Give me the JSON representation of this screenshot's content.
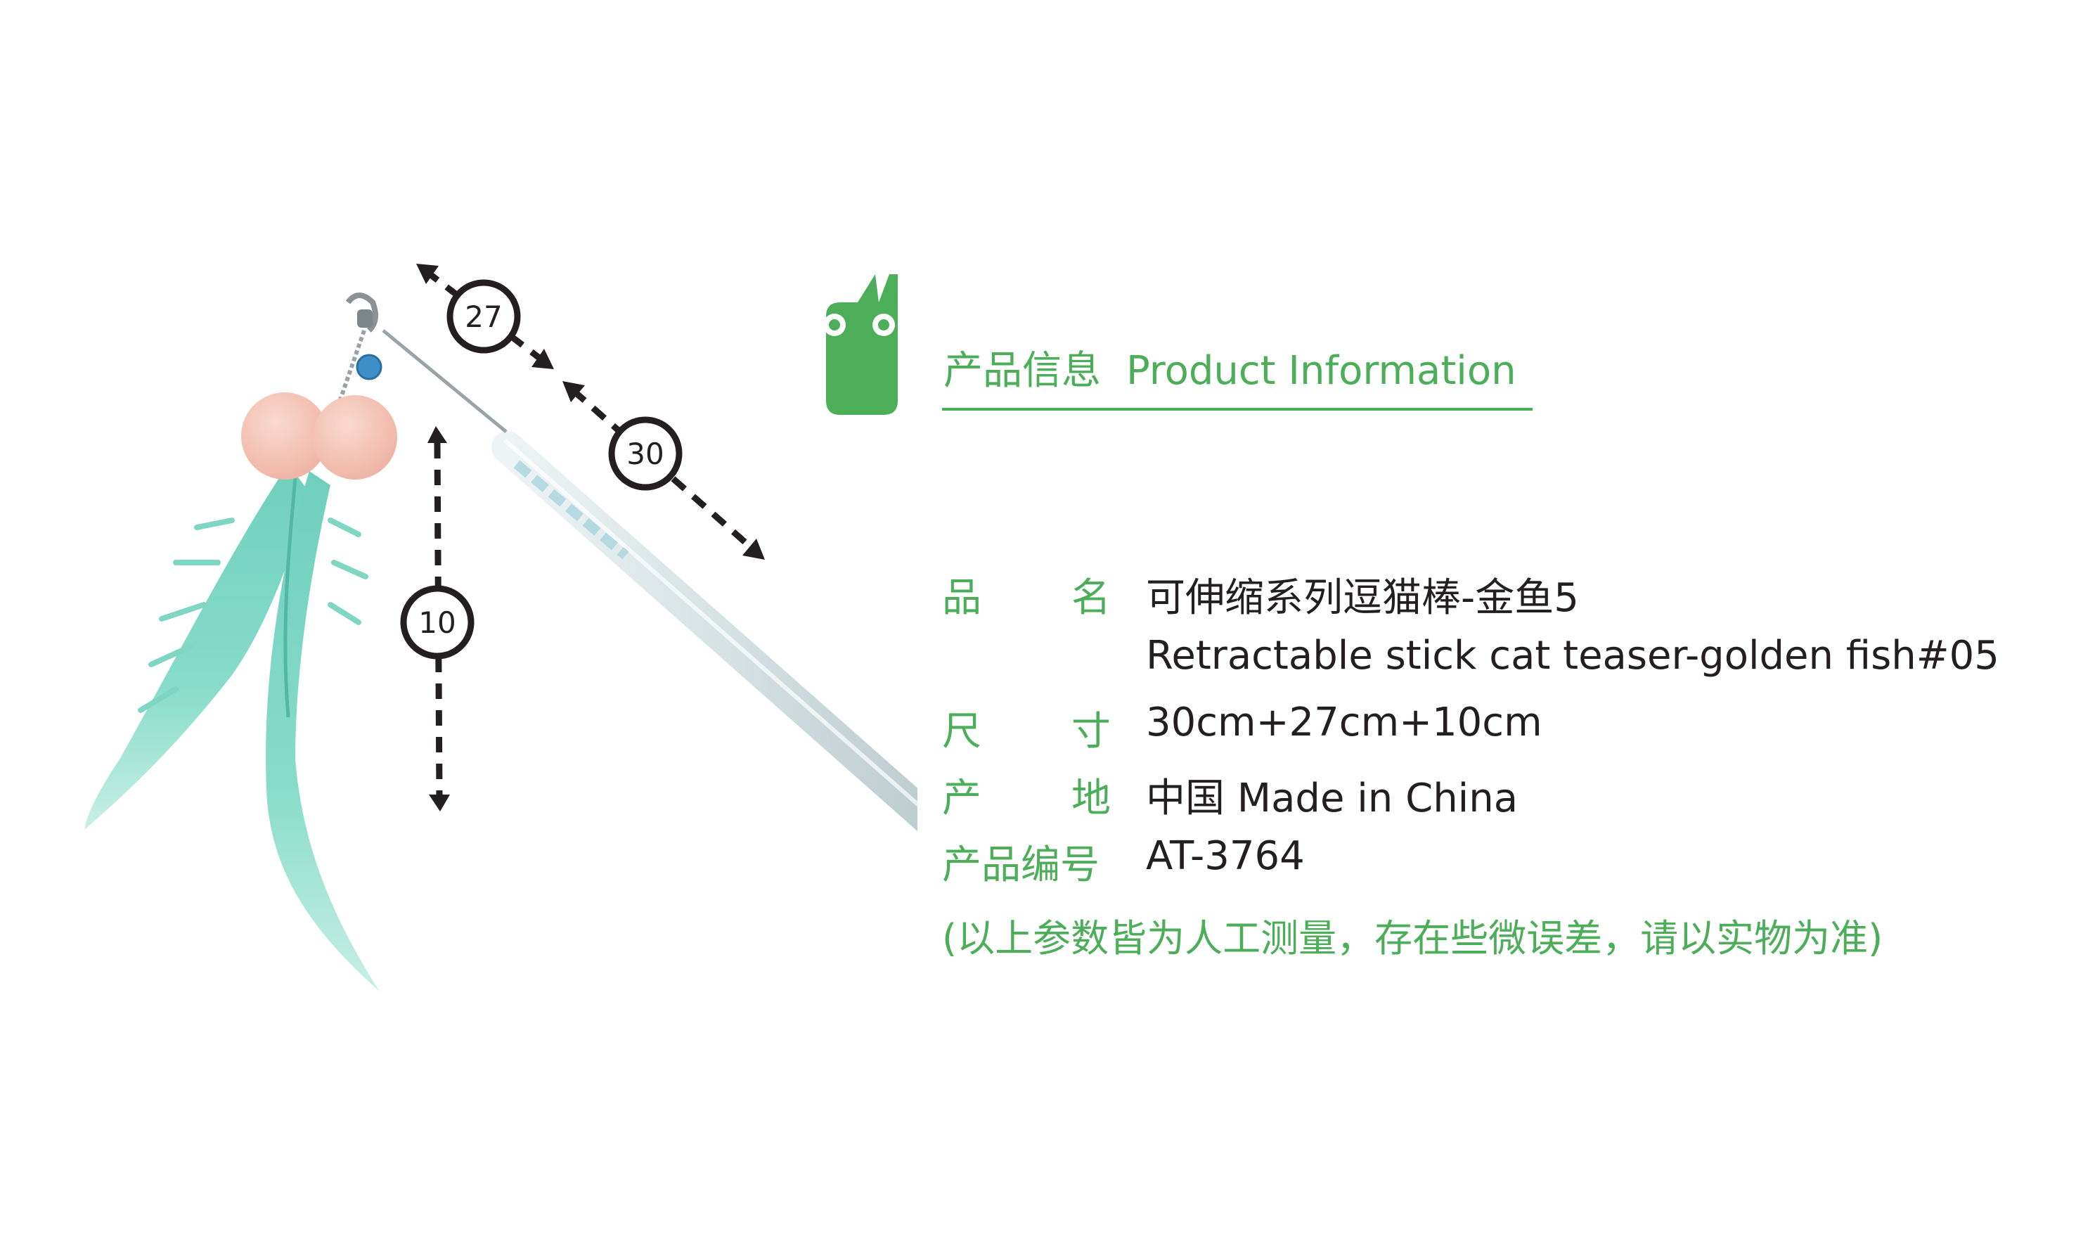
{
  "header": {
    "title_cn": "产品信息",
    "title_en": "Product Information"
  },
  "specs": [
    {
      "label_chars": [
        "品",
        "名"
      ],
      "value": "可伸缩系列逗猫棒-金鱼5"
    },
    {
      "label_chars": [
        "",
        ""
      ],
      "value": "Retractable stick cat teaser-golden fish#05"
    },
    {
      "label_chars": [
        "尺",
        "寸"
      ],
      "value": "30cm+27cm+10cm"
    },
    {
      "label_chars": [
        "产",
        "地"
      ],
      "value": "中国 Made in China"
    },
    {
      "label_chars": [
        "产品编号",
        ""
      ],
      "value": "AT-3764"
    }
  ],
  "disclaimer": "(以上参数皆为人工测量，存在些微误差，请以实物为准)",
  "dimensions": {
    "handle_length": "30",
    "wire_length": "27",
    "feather_length": "10"
  },
  "colors": {
    "brand_green": "#4cae59",
    "text_dark": "#231f20",
    "pompom_pink": "#f6c3b6",
    "feather_mint": "#7fd6c3",
    "handle_silver": "#d5e1e3",
    "bell_blue": "#3d8fc8"
  },
  "icons": [
    "brand-mascot-icon"
  ]
}
